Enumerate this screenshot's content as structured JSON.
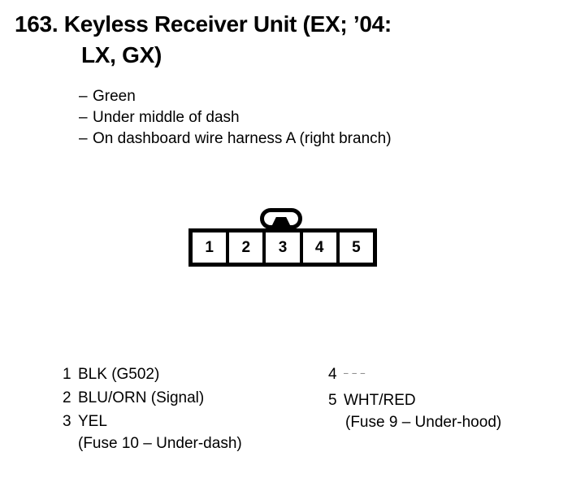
{
  "page": {
    "item_number": "163.",
    "title_line_1": "163. Keyless Receiver Unit (EX; ’04:",
    "title_line_2": "LX, GX)"
  },
  "description": {
    "items": [
      {
        "dash": "–",
        "text": "Green"
      },
      {
        "dash": "–",
        "text": "Under middle of dash"
      },
      {
        "dash": "–",
        "text": "On dashboard wire harness A (right branch)"
      }
    ]
  },
  "connector": {
    "latch_name": "connector-latch",
    "pins": [
      "1",
      "2",
      "3",
      "4",
      "5"
    ]
  },
  "legend": {
    "left": [
      {
        "num": "1",
        "label": "BLK (G502)",
        "sub": ""
      },
      {
        "num": "2",
        "label": "BLU/ORN (Signal)",
        "sub": ""
      },
      {
        "num": "3",
        "label": "YEL",
        "sub": "(Fuse 10 – Under-dash)"
      }
    ],
    "right": [
      {
        "num": "4",
        "label": "– – –",
        "sub": ""
      },
      {
        "num": "5",
        "label": "WHT/RED",
        "sub": "(Fuse 9 – Under-hood)"
      }
    ]
  },
  "colors": {
    "ink": "#000000",
    "paper": "#ffffff"
  }
}
